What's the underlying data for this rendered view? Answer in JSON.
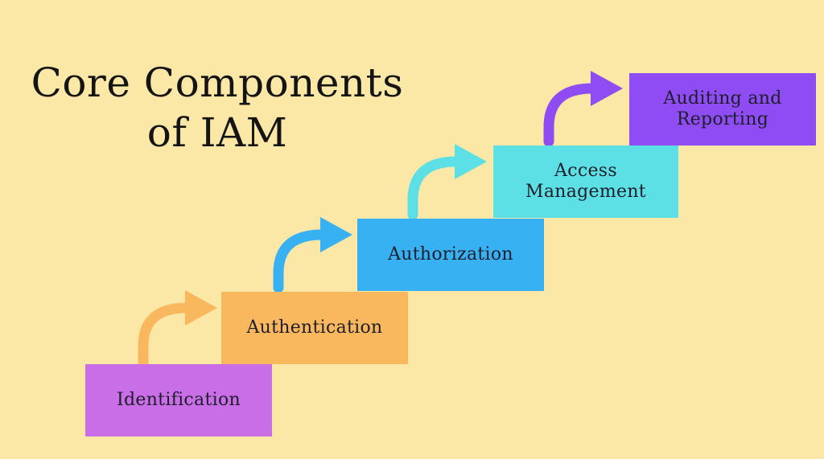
{
  "title": {
    "line1": "Core Components",
    "line2": "of IAM"
  },
  "steps": [
    {
      "label": "Identification",
      "color": "#c96ee6"
    },
    {
      "label": "Authentication",
      "color": "#f9b75e"
    },
    {
      "label": "Authorization",
      "color": "#38b1f3"
    },
    {
      "label": "Access\nManagement",
      "color": "#5ce0e6"
    },
    {
      "label": "Auditing and\nReporting",
      "color": "#8f4cf3"
    }
  ],
  "arrows": [
    {
      "color": "#f9b75e"
    },
    {
      "color": "#38b1f3"
    },
    {
      "color": "#5ce0e6"
    },
    {
      "color": "#8f4cf3"
    }
  ]
}
